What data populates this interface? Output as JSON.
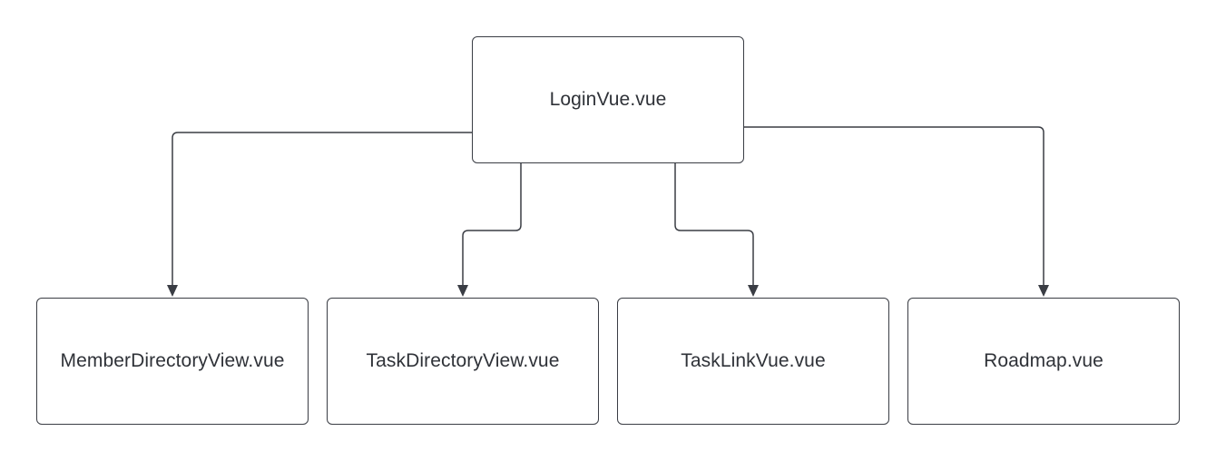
{
  "diagram": {
    "root": {
      "label": "LoginVue.vue"
    },
    "children": [
      {
        "label": "MemberDirectoryView.vue"
      },
      {
        "label": "TaskDirectoryView.vue"
      },
      {
        "label": "TaskLinkVue.vue"
      },
      {
        "label": "Roadmap.vue"
      }
    ],
    "edges": [
      {
        "from": "LoginVue.vue",
        "to": "MemberDirectoryView.vue"
      },
      {
        "from": "LoginVue.vue",
        "to": "TaskDirectoryView.vue"
      },
      {
        "from": "LoginVue.vue",
        "to": "TaskLinkVue.vue"
      },
      {
        "from": "LoginVue.vue",
        "to": "Roadmap.vue"
      }
    ],
    "colors": {
      "stroke": "#3a3d44",
      "text": "#2f3238",
      "background": "#ffffff"
    }
  }
}
